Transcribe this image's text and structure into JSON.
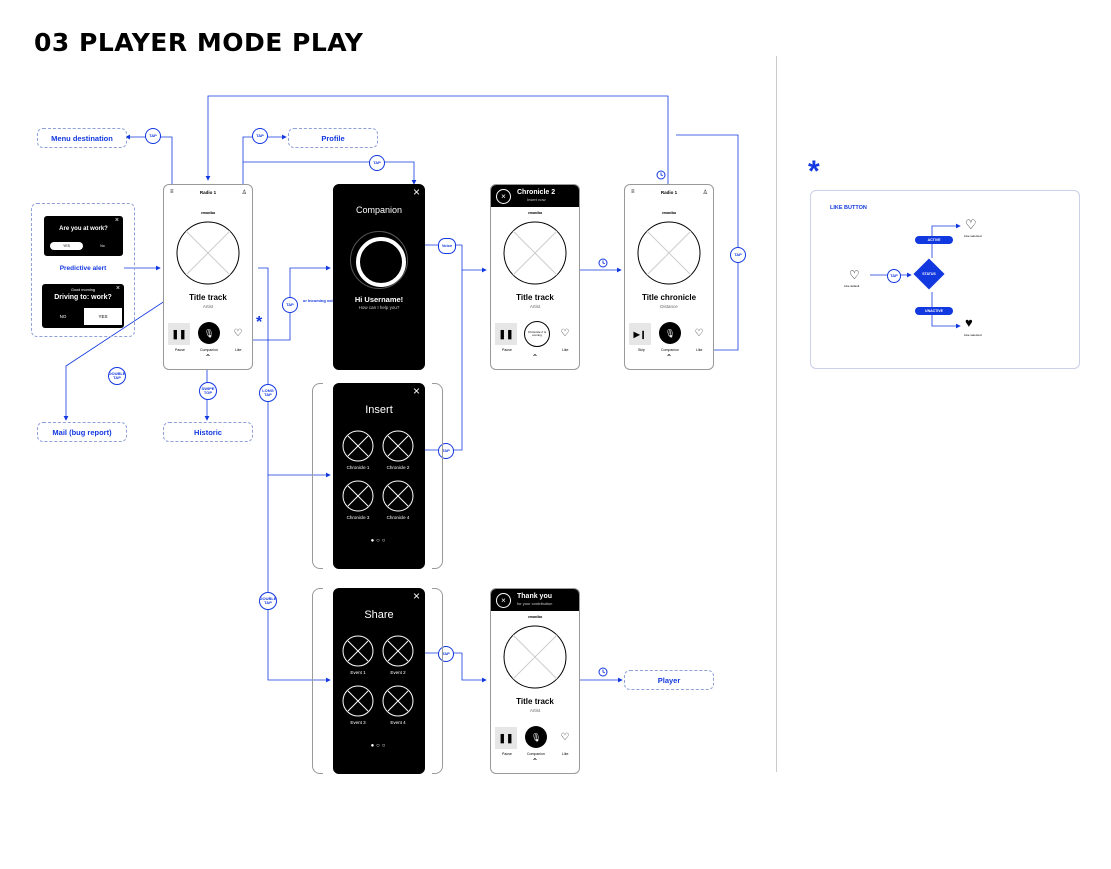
{
  "page": {
    "title": "03 PLAYER MODE PLAY",
    "accent": "#1238e0",
    "asterisk": "*"
  },
  "nodes": {
    "menu_destination": "Menu destination",
    "profile": "Profile",
    "predictive_alert": "Predictive alert",
    "mail": "Mail (bug report)",
    "historic": "Historic",
    "player": "Player"
  },
  "badges": {
    "tap": "TAP",
    "voice": "Voice",
    "double_tap": "DOUBLE TAP",
    "swipe_top": "SWIPE TOP",
    "long_tap": "LONG TAP",
    "or_incoming_voice": "or Incoming voice"
  },
  "alerts": {
    "work_question": "Are you at work?",
    "yes": "YES",
    "no_small": "No",
    "good_morning": "Good morning",
    "driving": "Driving to: work?",
    "no": "NO",
    "yes_big": "YES"
  },
  "player": {
    "station": "Radio 1",
    "logo": "vman/ba",
    "title": "Title track",
    "artist": "Artist",
    "pause": "Pause",
    "companion": "Companion",
    "like": "Like"
  },
  "companion": {
    "heading": "Companion",
    "greeting": "Hi Username!",
    "prompt": "How can I help you?"
  },
  "insert": {
    "heading": "Insert",
    "items": [
      "Chronicle 1",
      "Chronicle 2",
      "Chronicle 3",
      "Chronicle 4"
    ]
  },
  "share": {
    "heading": "Share",
    "items": [
      "Event 1",
      "Event 2",
      "Event 3",
      "Event 4"
    ]
  },
  "chronicle_player": {
    "banner_title": "Chronicle 2",
    "banner_sub": "Insert now",
    "logo": "vman/ba",
    "title": "Title track",
    "artist": "Artist",
    "pause": "Pause",
    "companion_label": "Chronicle 2 is coming",
    "like": "Like"
  },
  "chronicle_play": {
    "station": "Radio 1",
    "logo": "vman/ba",
    "title": "Title chronicle",
    "subtitle": "Distance",
    "skip": "Skip",
    "companion": "Companion",
    "like": "Like"
  },
  "thanks_player": {
    "banner_title": "Thank you",
    "banner_sub": "for your contribution",
    "logo": "vman/ba",
    "title": "Title track",
    "artist": "Artist",
    "pause": "Pause",
    "companion": "Companion",
    "like": "Like"
  },
  "like_button": {
    "title": "LIKE BUTTON",
    "active": "ACTIVE",
    "unactive": "UNACTIVE",
    "status": "STATUS",
    "like_selected": "Like selected",
    "like_default": "Like default",
    "like_selected_2": "Like selected",
    "tap": "TAP"
  }
}
